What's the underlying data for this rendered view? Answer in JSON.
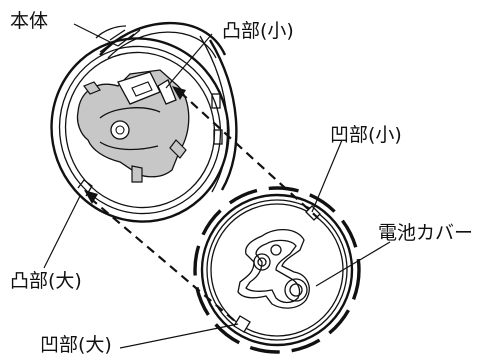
{
  "diagram": {
    "labels": {
      "body": "本体",
      "convex_small": "凸部(小)",
      "concave_small": "凹部(小)",
      "battery_cover": "電池カバー",
      "convex_large": "凸部(大)",
      "concave_large": "凹部(大)"
    },
    "colors": {
      "line": "#111111",
      "fill_gray": "#c7c7c7",
      "background": "#ffffff"
    }
  }
}
